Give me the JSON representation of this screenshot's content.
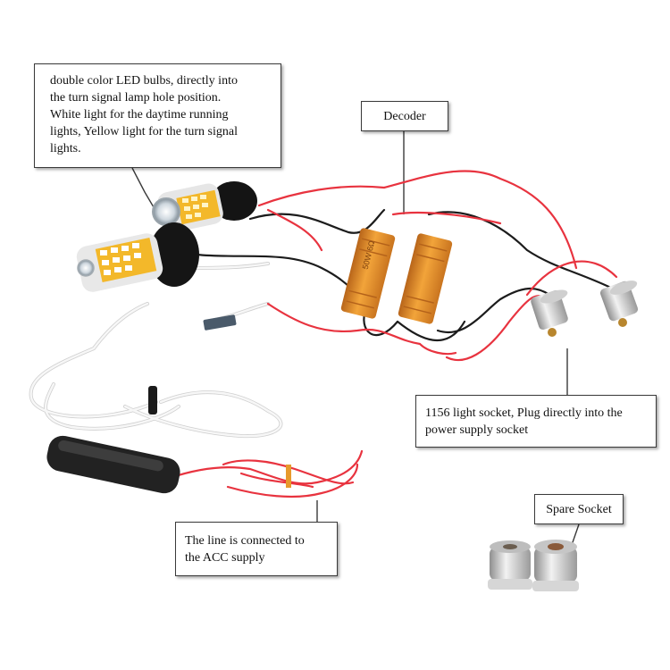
{
  "callouts": {
    "led_bulbs": "double color LED bulbs, directly into\nthe turn signal lamp hole position.\nWhite light for the daytime running\nlights, Yellow light for the turn signal\nlights.",
    "decoder": "Decoder",
    "light_socket": "1156 light socket, Plug directly into the\npower supply socket",
    "acc_line": "The line is connected to\nthe ACC supply",
    "spare_socket": "Spare Socket"
  },
  "decoder_marking": "50W 6Ω",
  "colors": {
    "red_wire": "#e8333f",
    "black_wire": "#1c1c1c",
    "white_wire": "#f4f4f4",
    "decoder_gold": "#e8962a",
    "led_yellow": "#f3b82a",
    "socket_metal": "#c9c9c9"
  }
}
